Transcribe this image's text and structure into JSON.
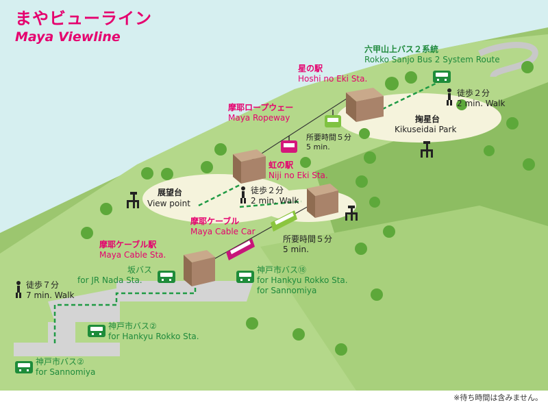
{
  "title": {
    "jp": "まやビューライン",
    "en": "Maya Viewline"
  },
  "stations": {
    "hoshi": {
      "jp": "星の駅",
      "en": "Hoshi no Eki Sta."
    },
    "niji": {
      "jp": "虹の駅",
      "en": "Niji no Eki Sta."
    },
    "cable": {
      "jp": "摩耶ケーブル駅",
      "en": "Maya Cable Sta."
    }
  },
  "lines": {
    "ropeway": {
      "jp": "摩耶ロープウェー",
      "en": "Maya Ropeway",
      "time_jp": "所要時間５分",
      "time_en": "5 min."
    },
    "cable": {
      "jp": "摩耶ケーブル",
      "en": "Maya Cable Car",
      "time_jp": "所要時間５分",
      "time_en": "5 min."
    }
  },
  "spots": {
    "viewpoint": {
      "jp": "展望台",
      "en": "View point"
    },
    "kikuseidai": {
      "jp": "掬星台",
      "en": "Kikuseidai Park"
    }
  },
  "walks": {
    "walk2_top": {
      "jp": "徒歩２分",
      "en": "2 min. Walk"
    },
    "walk2_mid": {
      "jp": "徒歩２分",
      "en": "2 min. Walk"
    },
    "walk7": {
      "jp": "徒歩７分",
      "en": "7 min. Walk"
    }
  },
  "buses": {
    "rokko": {
      "jp": "六甲山上バス２系統",
      "en": "Rokko Sanjo Bus 2 System Route"
    },
    "sakabus": {
      "jp": "坂バス",
      "en": "for JR Nada Sta."
    },
    "kobe18": {
      "jp": "神戸市バス⑱",
      "en1": "for Hankyu Rokko Sta.",
      "en2": "for Sannomiya"
    },
    "kobe2a": {
      "jp": "神戸市バス②",
      "en": "for Hankyu Rokko Sta."
    },
    "kobe2b": {
      "jp": "神戸市バス②",
      "en": "for Sannomiya"
    }
  },
  "note": "※待ち時間は含みません。",
  "colors": {
    "accent": "#e5006e",
    "bus": "#1e8c3a",
    "sky": "#d7efef",
    "hill": "#a9cf7a"
  }
}
